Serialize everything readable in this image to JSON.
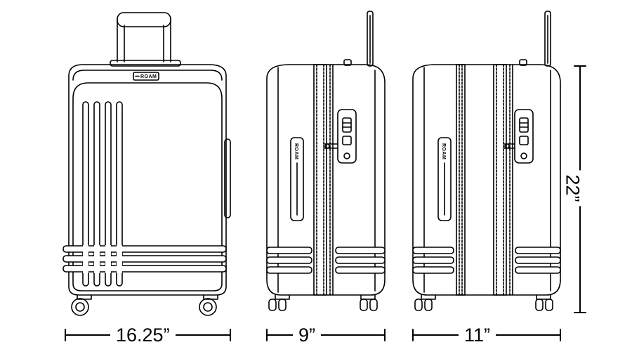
{
  "brand": {
    "logo_text": "ROAM"
  },
  "dimensions": {
    "width_front": "16.25”",
    "depth_side": "9”",
    "depth_expanded": "11”",
    "height": "22”"
  },
  "colors": {
    "line": "#000000",
    "background": "#ffffff"
  }
}
